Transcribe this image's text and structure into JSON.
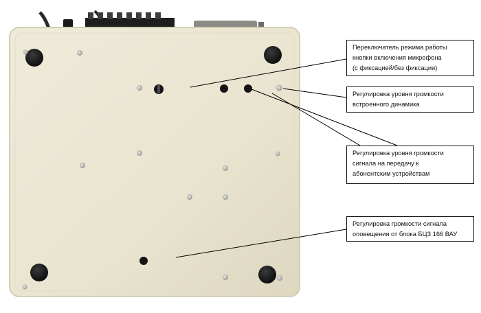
{
  "colors": {
    "background": "#ffffff",
    "panel": "#ebe6d2",
    "panel_edge": "#d8d2bc",
    "foot": "#1c1c1c",
    "screw": "#b8b8b4",
    "knob": "#141414",
    "cable": "#2a2a2a",
    "connector": "#8c8a84",
    "line": "#000000"
  },
  "callouts": {
    "mode_switch": {
      "lines": [
        "Переключатель режима работы",
        "кнопки включения микрофона",
        "(с фиксацией/без фиксации)"
      ]
    },
    "speaker_volume": {
      "lines": [
        "Регулировка уровня громкости",
        "встроенного динамика"
      ]
    },
    "subscriber_volume": {
      "lines": [
        "Регулировка уровня громкости",
        "сигнала на передачу к",
        "абонентским устройствам"
      ]
    },
    "alert_volume": {
      "lines": [
        "Регулировка громкости сигнала",
        "оповещения от блока БЦЗ 166 ВАУ"
      ]
    }
  }
}
